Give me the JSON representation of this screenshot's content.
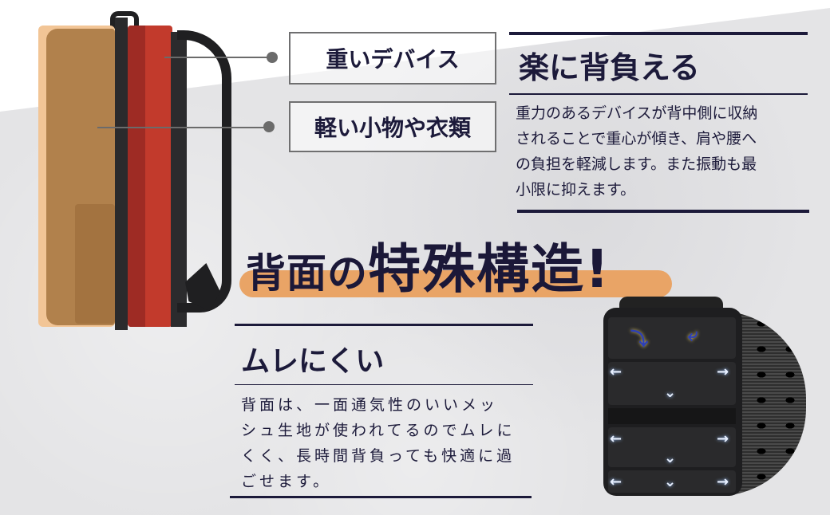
{
  "callouts": {
    "heavy": "重いデバイス",
    "light": "軽い小物や衣類"
  },
  "feature_easy": {
    "title": "楽に背負える",
    "lines": [
      "重力のあるデバイスが背中側に収納",
      "されることで重心が傾き、肩や腰へ",
      "の負担を軽減します。また振動も最",
      "小限に抑えます。"
    ]
  },
  "headline": {
    "prefix": "背面の",
    "emphasis": "特殊構造!"
  },
  "feature_breathable": {
    "title": "ムレにくい",
    "lines": [
      "背面は、一面通気性のいいメッ",
      "シュ生地が使われてるのでムレに",
      "くく、長時間背負っても快適に過",
      "ごせます。"
    ]
  },
  "colors": {
    "navy": "#1c1a3a",
    "orange_accent": "#e9a466",
    "heavy_zone": "#c23a2c",
    "light_zone": "#f2c596"
  },
  "icons": {
    "airflow_arrow_left": "←",
    "airflow_arrow_right": "→",
    "airflow_arrow_down": "⌄"
  }
}
